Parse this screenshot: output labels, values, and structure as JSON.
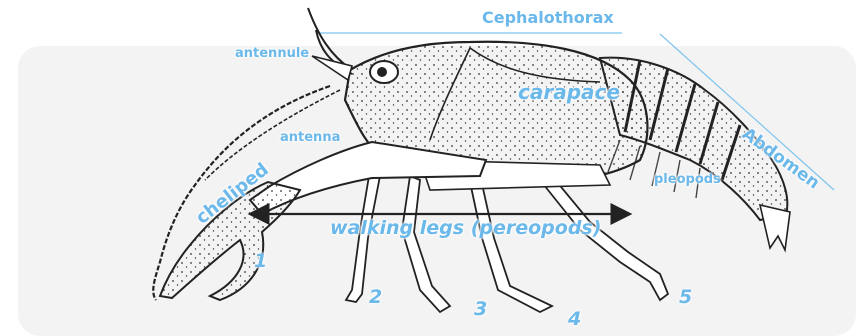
{
  "labels": {
    "cephalothorax": "Cephalothorax",
    "antennule": "antennule",
    "carapace": "carapace",
    "abdomen": "Abdomen",
    "antenna": "antenna",
    "pleopods": "pleopods",
    "cheliped": "cheliped",
    "walking_legs": "walking legs (pereopods)"
  },
  "leg_numbers": [
    "1",
    "2",
    "3",
    "4",
    "5"
  ],
  "colors": {
    "label": "#6bb8ea",
    "pointer_line": "#7fc4ee",
    "ink": "#222222",
    "arrow": "#333333",
    "panel": "#f3f3f3"
  }
}
